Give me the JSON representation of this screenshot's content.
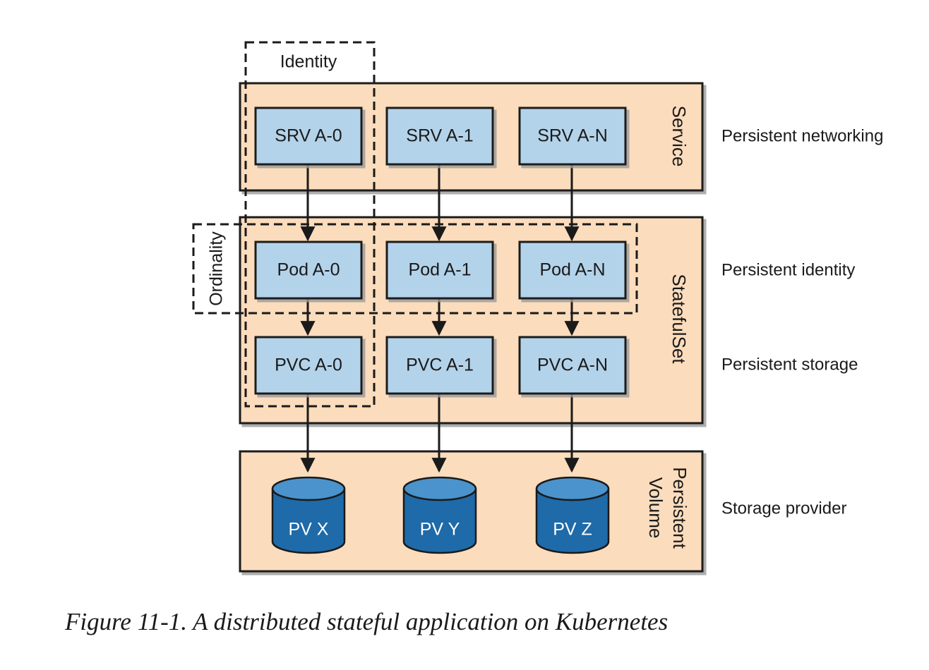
{
  "colors": {
    "panel_fill": "#fbdcbc",
    "box_fill": "#b3d3ea",
    "cylinder_body": "#1f6aa8",
    "cylinder_top": "#4a93cc",
    "stroke": "#1a1a1a"
  },
  "groups": {
    "identity": "Identity",
    "ordinality": "Ordinality"
  },
  "panels": {
    "service": "Service",
    "statefulset": "StatefulSet",
    "persistent_volume_line1": "Persistent",
    "persistent_volume_line2": "Volume"
  },
  "services": [
    "SRV A-0",
    "SRV A-1",
    "SRV A-N"
  ],
  "pods": [
    "Pod A-0",
    "Pod A-1",
    "Pod A-N"
  ],
  "pvcs": [
    "PVC A-0",
    "PVC A-1",
    "PVC A-N"
  ],
  "pvs": [
    "PV X",
    "PV Y",
    "PV Z"
  ],
  "annotations": {
    "networking": "Persistent networking",
    "identity": "Persistent identity",
    "storage": "Persistent storage",
    "provider": "Storage provider"
  },
  "caption": "Figure 11-1. A distributed stateful application on Kubernetes"
}
